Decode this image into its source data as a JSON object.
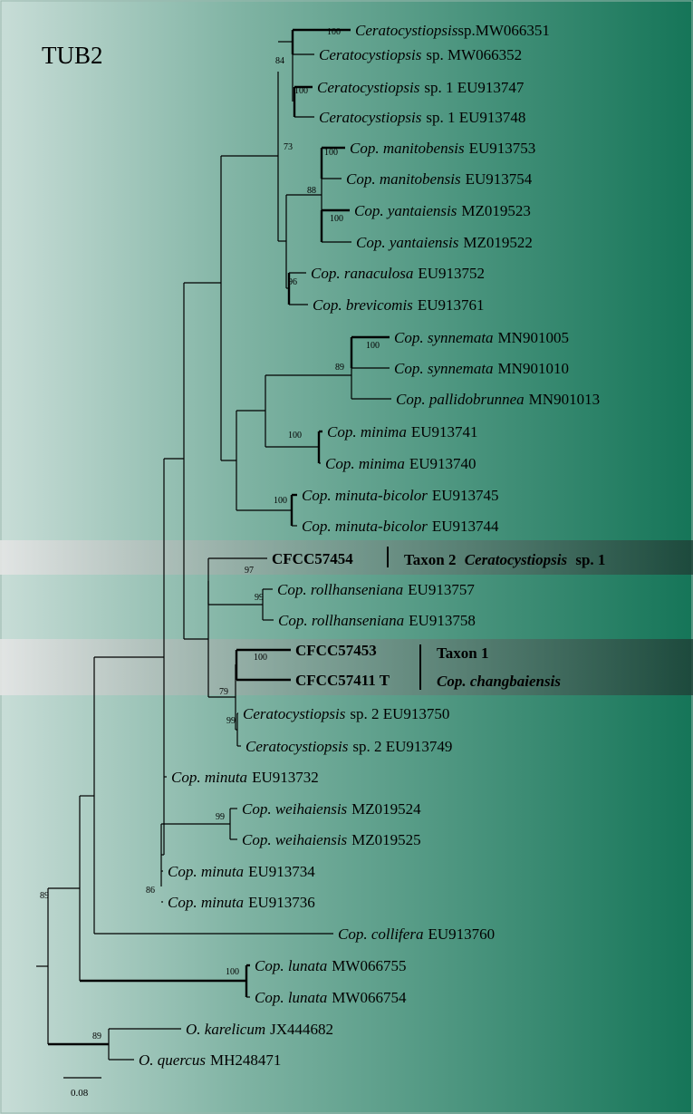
{
  "figure": {
    "title": "TUB2",
    "scale_bar_label": "0.08",
    "colors": {
      "bg_left": "#c8ddd7",
      "bg_right": "#157558",
      "highlight_band": "#dcdcdc",
      "line": "#000000"
    }
  },
  "taxa": [
    {
      "genus": "Ceratocystiopsis",
      "rest": "sp.MW066351"
    },
    {
      "genus": "Ceratocystiopsis",
      "rest": "sp. MW066352"
    },
    {
      "genus": "Ceratocystiopsis",
      "rest": "sp. 1 EU913747"
    },
    {
      "genus": "Ceratocystiopsis",
      "rest": "sp. 1 EU913748"
    },
    {
      "genus": "Cop. manitobensis",
      "rest": "EU913753"
    },
    {
      "genus": "Cop. manitobensis",
      "rest": "EU913754"
    },
    {
      "genus": "Cop. yantaiensis",
      "rest": "MZ019523"
    },
    {
      "genus": "Cop. yantaiensis",
      "rest": "MZ019522"
    },
    {
      "genus": "Cop. ranaculosa",
      "rest": "EU913752"
    },
    {
      "genus": "Cop. brevicomis",
      "rest": "EU913761"
    },
    {
      "genus": "Cop. synnemata",
      "rest": "MN901005"
    },
    {
      "genus": "Cop. synnemata",
      "rest": "MN901010"
    },
    {
      "genus": "Cop. pallidobrunnea",
      "rest": "MN901013"
    },
    {
      "genus": "Cop. minima",
      "rest": "EU913741"
    },
    {
      "genus": "Cop. minima",
      "rest": "EU913740"
    },
    {
      "genus": "Cop. minuta-bicolor",
      "rest": "EU913745"
    },
    {
      "genus": "Cop. minuta-bicolor",
      "rest": "EU913744"
    },
    {
      "genus": "",
      "rest": "CFCC57454",
      "bold": true
    },
    {
      "genus": "Cop. rollhanseniana",
      "rest": "EU913757"
    },
    {
      "genus": "Cop. rollhanseniana",
      "rest": "EU913758"
    },
    {
      "genus": "",
      "rest": "CFCC57453",
      "bold": true
    },
    {
      "genus": "",
      "rest": "CFCC57411 T",
      "bold": true
    },
    {
      "genus": "Ceratocystiopsis",
      "rest": "sp. 2 EU913750"
    },
    {
      "genus": "Ceratocystiopsis",
      "rest": "sp. 2 EU913749"
    },
    {
      "genus": "Cop. minuta",
      "rest": "EU913732"
    },
    {
      "genus": "Cop. weihaiensis",
      "rest": "MZ019524"
    },
    {
      "genus": "Cop. weihaiensis",
      "rest": "MZ019525"
    },
    {
      "genus": "Cop. minuta",
      "rest": "EU913734"
    },
    {
      "genus": "Cop. minuta",
      "rest": "EU913736"
    },
    {
      "genus": "Cop. collifera",
      "rest": "EU913760"
    },
    {
      "genus": "Cop. lunata",
      "rest": "MW066755"
    },
    {
      "genus": "Cop. lunata",
      "rest": "MW066754"
    },
    {
      "genus": "O. karelicum",
      "rest": "JX444682"
    },
    {
      "genus": "O. quercus",
      "rest": "MH248471"
    }
  ],
  "support_values": [
    "100",
    "84",
    "100",
    "73",
    "100",
    "88",
    "100",
    "96",
    "100",
    "89",
    "100",
    "100",
    "97",
    "99",
    "100",
    "79",
    "99",
    "99",
    "86",
    "89",
    "100",
    "89"
  ],
  "highlight_groups": [
    {
      "label_plain": "Taxon 2",
      "label_italic": "Ceratocystiopsis",
      "label_tail": "sp. 1"
    },
    {
      "line1": "Taxon 1",
      "line2_italic": "Cop. changbaiensis"
    }
  ]
}
